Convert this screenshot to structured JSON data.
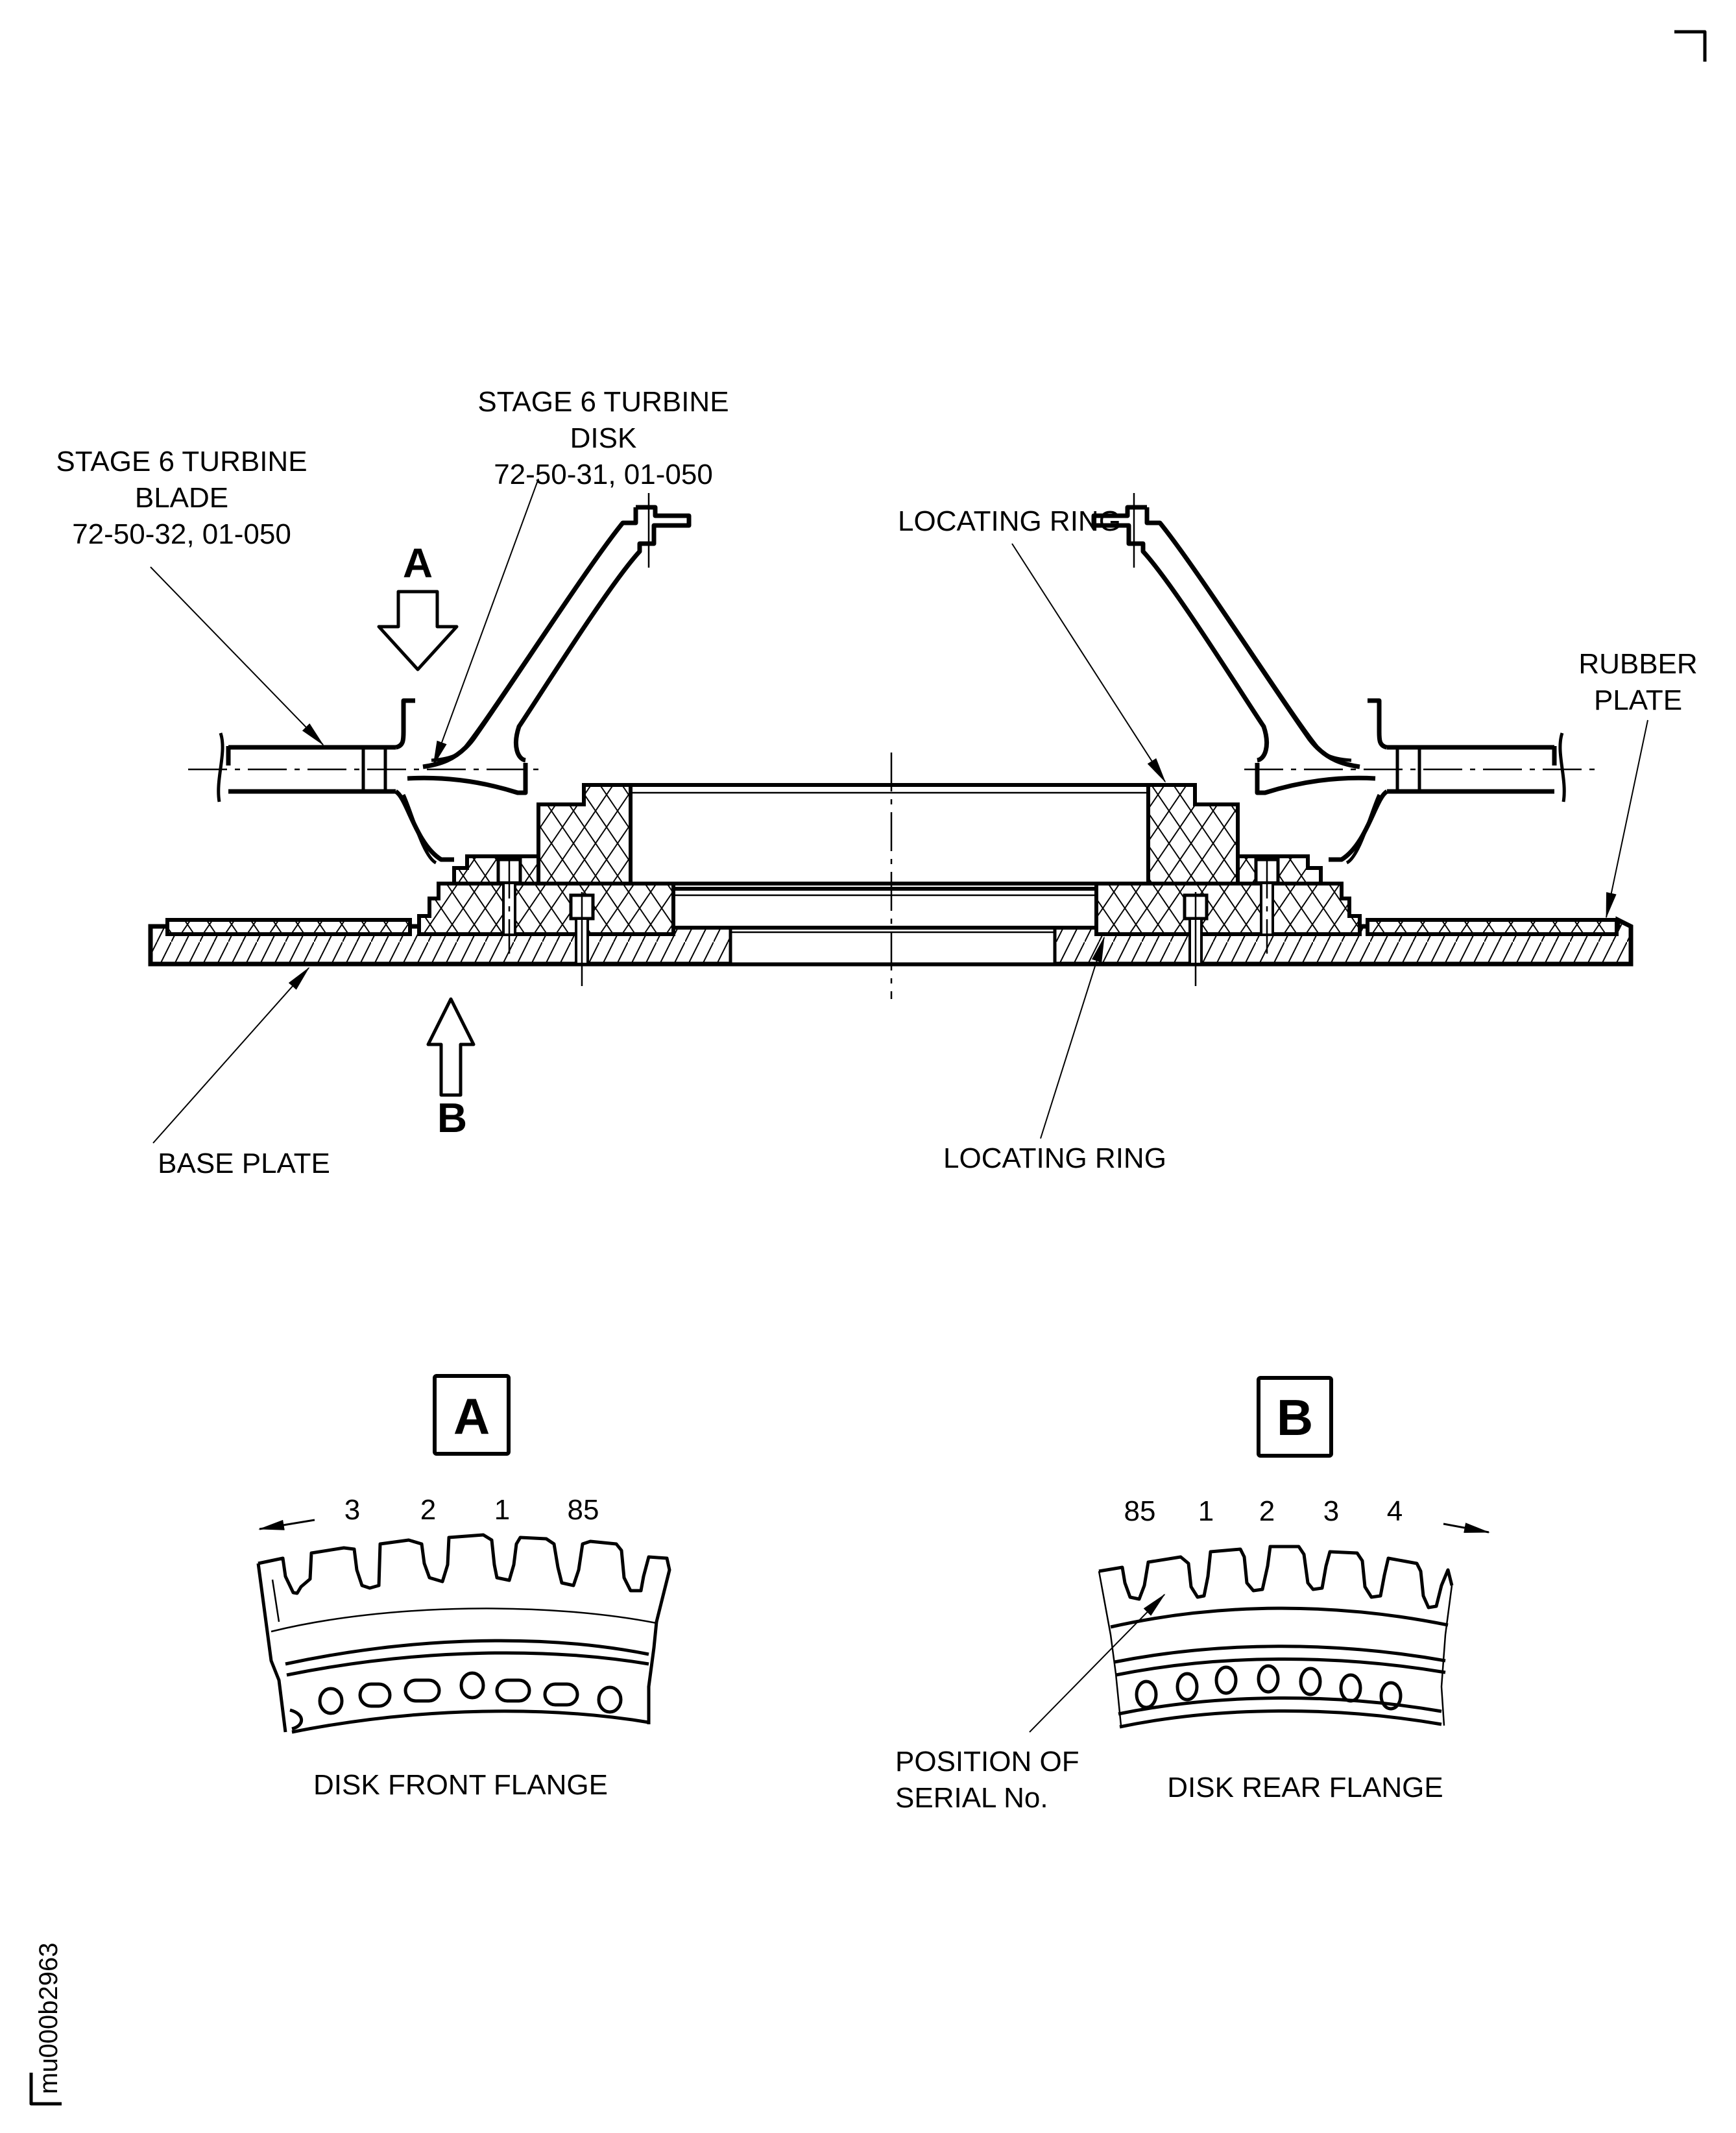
{
  "figure": {
    "id": "mu000b2963"
  },
  "main_view": {
    "labels": {
      "blade": {
        "line1": "STAGE 6 TURBINE",
        "line2": "BLADE",
        "line3": "72-50-32, 01-050"
      },
      "disk": {
        "line1": "STAGE 6 TURBINE",
        "line2": "DISK",
        "line3": "72-50-31, 01-050"
      },
      "locating_ring_top": "LOCATING RING",
      "rubber_plate": {
        "line1": "RUBBER",
        "line2": "PLATE"
      },
      "base_plate": "BASE PLATE",
      "locating_ring_bottom": "LOCATING RING"
    },
    "view_arrows": {
      "a": "A",
      "b": "B"
    }
  },
  "detail_a": {
    "tag": "A",
    "numbers": [
      "3",
      "2",
      "1",
      "85"
    ],
    "caption": "DISK FRONT FLANGE"
  },
  "detail_b": {
    "tag": "B",
    "numbers": [
      "85",
      "1",
      "2",
      "3",
      "4"
    ],
    "callout": {
      "line1": "POSITION OF",
      "line2": "SERIAL No."
    },
    "caption": "DISK REAR FLANGE"
  }
}
